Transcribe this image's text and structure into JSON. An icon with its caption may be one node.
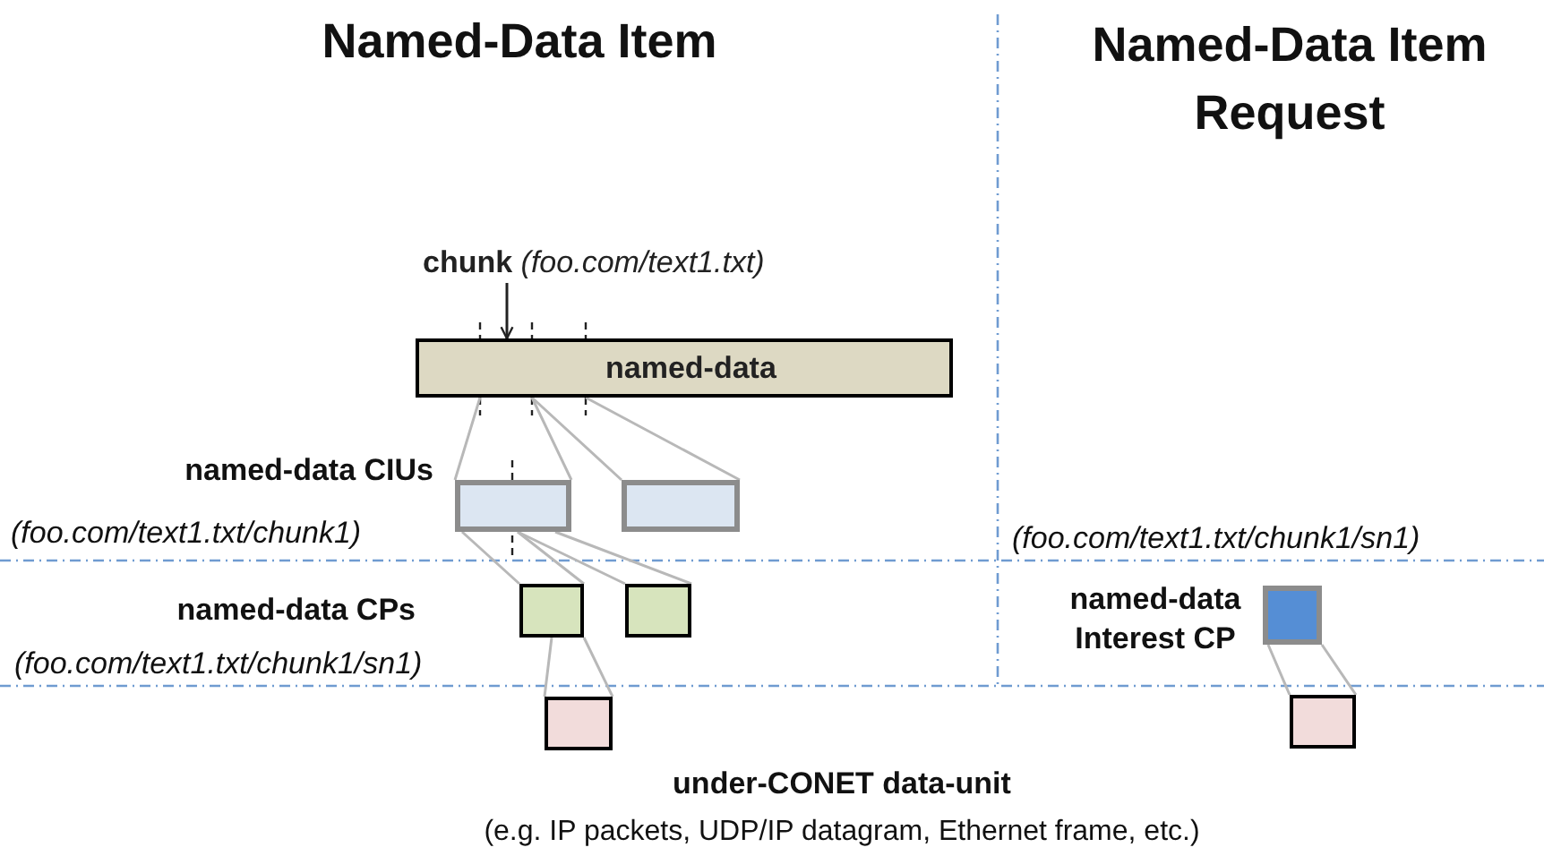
{
  "diagram": {
    "nodes": [
      {
        "text": [
          "**chunk** *(foo.com/text1.txt)*"
        ]
      },
      {
        "text": [
          "named-data"
        ]
      },
      {
        "text": [],
        "shape": "box"
      },
      {
        "text": [],
        "shape": "box"
      },
      {
        "text": [],
        "shape": "box"
      },
      {
        "text": [],
        "shape": "box"
      },
      {
        "text": [],
        "shape": "box"
      },
      {
        "text": [],
        "shape": "box"
      },
      {
        "text": [],
        "shape": "box"
      }
    ],
    "edges": [
      {
        "from": 0,
        "to": 1,
        "arrow": "to",
        "color": "#222222"
      },
      {
        "from": 1,
        "to": 2,
        "arrow": "none"
      },
      {
        "from": 1,
        "to": 3,
        "arrow": "none"
      },
      {
        "from": 2,
        "to": 4,
        "arrow": "none"
      },
      {
        "from": 2,
        "to": 5,
        "arrow": "none"
      },
      {
        "from": 4,
        "to": 6,
        "arrow": "none"
      },
      {
        "from": 7,
        "to": 8,
        "arrow": "none"
      }
    ],
    "labels": [
      "Named-Data Item",
      "Named-Data Item Request",
      "named-data CIUs",
      "(foo.com/text1.txt/chunk1)",
      "(foo.com/text1.txt/chunk1/sn1)",
      "named-data CPs",
      "(foo.com/text1.txt/chunk1/sn1)",
      "named-data Interest CP",
      "under-CONET data-unit",
      "(e.g. IP packets, UDP/IP datagram, Ethernet frame, etc.)"
    ]
  }
}
